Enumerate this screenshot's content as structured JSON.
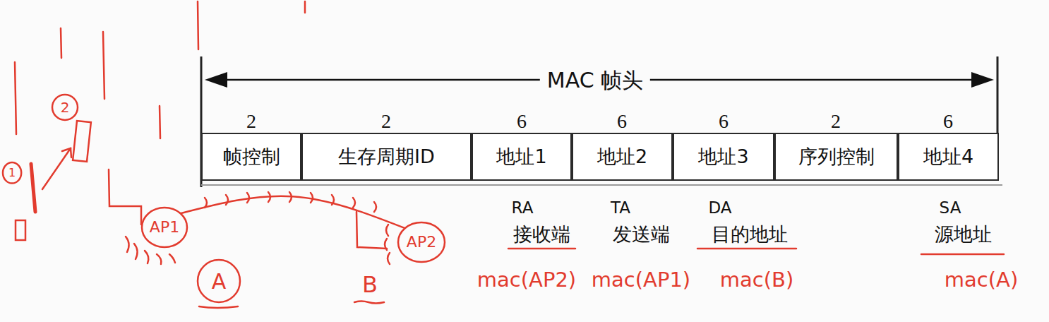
{
  "diagram": {
    "nodes": [
      {
        "text": [
          "帧控制"
        ]
      },
      {
        "text": [
          "生存周期ID"
        ]
      },
      {
        "text": [
          "地址1"
        ]
      },
      {
        "text": [
          "地址2"
        ]
      },
      {
        "text": [
          "地址3"
        ]
      },
      {
        "text": [
          "序列控制"
        ]
      },
      {
        "text": [
          "地址4"
        ]
      },
      {
        "text": [
          "1"
        ]
      },
      {
        "text": [
          "2"
        ]
      },
      {
        "text": [
          "AP1"
        ]
      },
      {
        "text": [
          "A"
        ]
      },
      {
        "text": [
          "AP2"
        ]
      }
    ],
    "edges": [
      {
        "from": 9,
        "to": 11,
        "arrow": "none"
      }
    ],
    "labels": [
      "MAC 帧头",
      "2",
      "2",
      "6",
      "6",
      "6",
      "2",
      "6",
      "RA",
      "接收端",
      "TA",
      "发送端",
      "DA",
      "目的地址",
      "SA",
      "源地址",
      "mac(AP2)",
      "mac(AP1)",
      "mac(B)",
      "mac(A)",
      "B"
    ]
  }
}
